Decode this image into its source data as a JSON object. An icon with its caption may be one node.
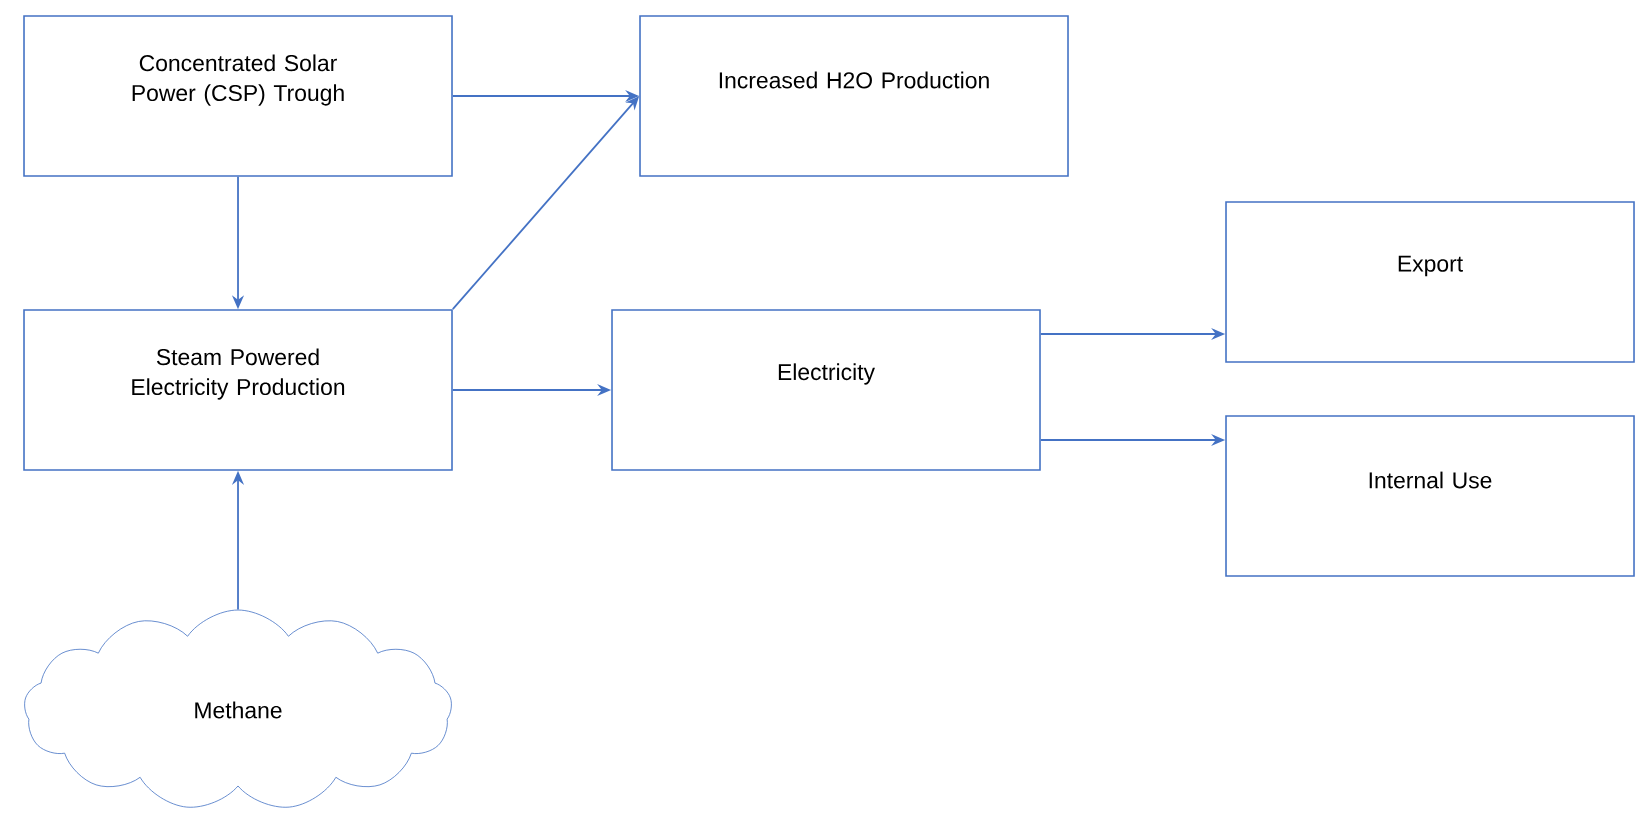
{
  "diagram": {
    "nodes": [
      {
        "text": [
          "Concentrated Solar Power (CSP) Trough"
        ]
      },
      {
        "text": [
          "Increased H2O Production"
        ]
      },
      {
        "text": [
          "Steam Powered Electricity Production"
        ]
      },
      {
        "text": [
          "Electricity"
        ]
      },
      {
        "text": [
          "Export"
        ]
      },
      {
        "text": [
          "Internal Use"
        ]
      },
      {
        "text": [
          "Methane"
        ]
      }
    ],
    "edges": [
      {
        "from": 0,
        "to": 1,
        "arrow": "to"
      },
      {
        "from": 0,
        "to": 2,
        "arrow": "to"
      },
      {
        "from": 2,
        "to": 1,
        "arrow": "to"
      },
      {
        "from": 2,
        "to": 3,
        "arrow": "to"
      },
      {
        "from": 3,
        "to": 4,
        "arrow": "to"
      },
      {
        "from": 3,
        "to": 5,
        "arrow": "to"
      },
      {
        "from": 6,
        "to": 2,
        "arrow": "to"
      }
    ]
  }
}
